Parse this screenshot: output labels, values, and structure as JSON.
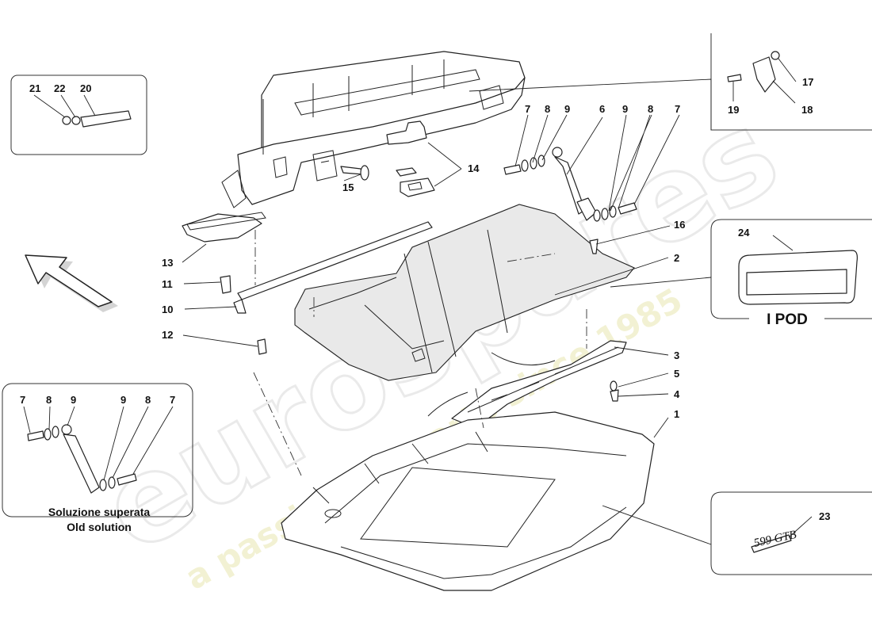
{
  "watermark": {
    "brand": "eurospares",
    "tagline": "a passion for parts since 1985"
  },
  "insets": {
    "old_solution": {
      "line1": "Soluzione superata",
      "line2": "Old solution"
    },
    "ipod": {
      "label": "I POD"
    }
  },
  "badge_text": "599 GTB",
  "callouts": {
    "c1": "1",
    "c2": "2",
    "c3": "3",
    "c4": "4",
    "c5": "5",
    "c6": "6",
    "c7a": "7",
    "c7b": "7",
    "c8a": "8",
    "c8b": "8",
    "c9a": "9",
    "c9b": "9",
    "c10": "10",
    "c11": "11",
    "c12": "12",
    "c13": "13",
    "c14": "14",
    "c15": "15",
    "c16": "16",
    "c17": "17",
    "c18": "18",
    "c19": "19",
    "c20": "20",
    "c21": "21",
    "c22": "22",
    "c23": "23",
    "c24": "24",
    "o7a": "7",
    "o8a": "8",
    "o9a": "9",
    "o9b": "9",
    "o8b": "8",
    "o7b": "7"
  },
  "colors": {
    "watermark": "#e8e6b0",
    "line": "#222222"
  }
}
